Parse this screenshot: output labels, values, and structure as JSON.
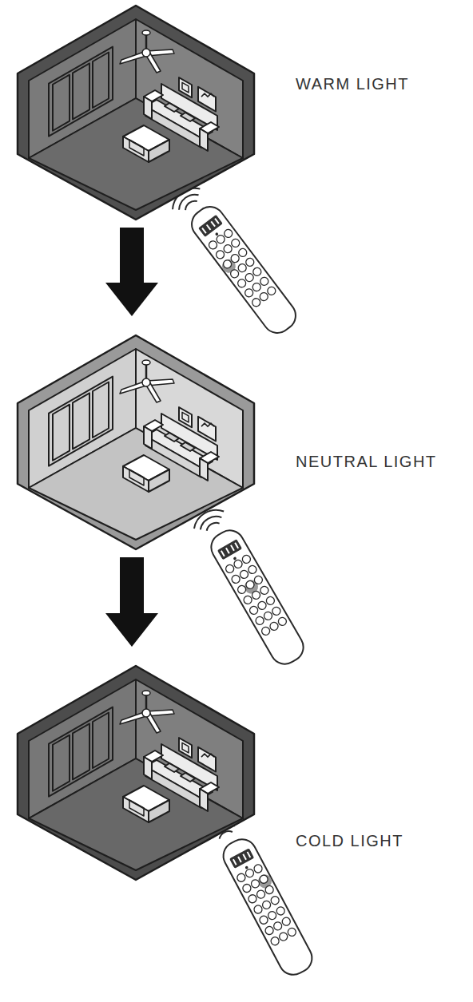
{
  "diagram": {
    "nodes": [
      {
        "text": [
          "WARM LIGHT"
        ]
      },
      {
        "text": [
          "NEUTRAL LIGHT"
        ]
      },
      {
        "text": [
          "COLD LIGHT"
        ]
      }
    ],
    "edges": [
      {
        "from": 0,
        "to": 1,
        "arrow": "to"
      },
      {
        "from": 1,
        "to": 2,
        "arrow": "to"
      }
    ]
  }
}
